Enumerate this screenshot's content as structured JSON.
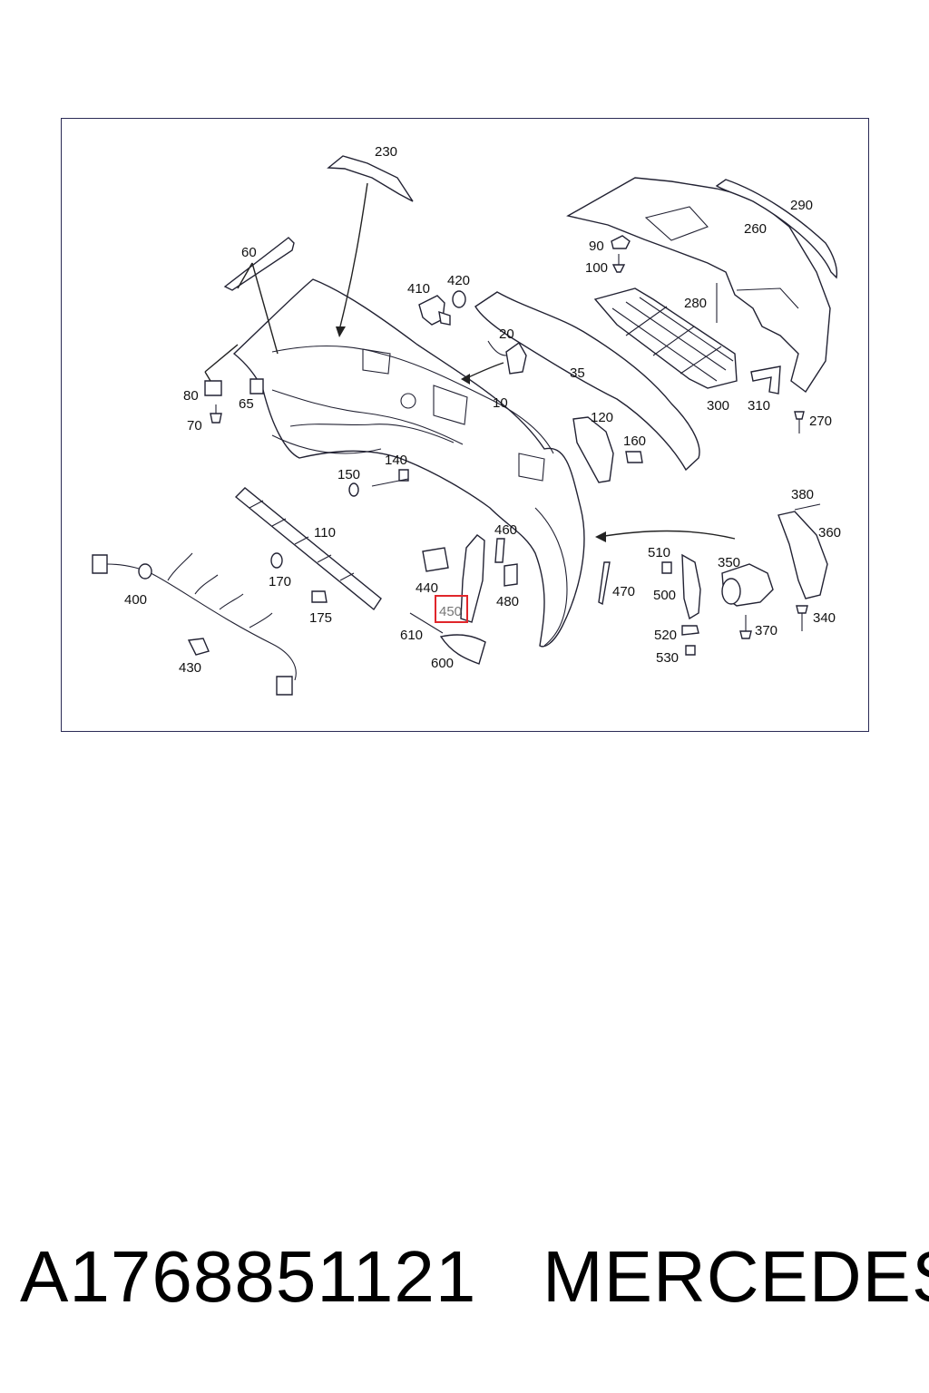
{
  "diagram": {
    "callouts": {
      "c10": "10",
      "c20": "20",
      "c35": "35",
      "c60": "60",
      "c65": "65",
      "c70": "70",
      "c80": "80",
      "c90": "90",
      "c100": "100",
      "c110": "110",
      "c120": "120",
      "c140": "140",
      "c150": "150",
      "c160": "160",
      "c170": "170",
      "c175": "175",
      "c230": "230",
      "c260": "260",
      "c270": "270",
      "c280": "280",
      "c290": "290",
      "c300": "300",
      "c310": "310",
      "c340": "340",
      "c350": "350",
      "c360": "360",
      "c370": "370",
      "c380": "380",
      "c400": "400",
      "c410": "410",
      "c420": "420",
      "c430": "430",
      "c440": "440",
      "c450": "450",
      "c460": "460",
      "c470": "470",
      "c480": "480",
      "c500": "500",
      "c510": "510",
      "c520": "520",
      "c530": "530",
      "c600": "600",
      "c610": "610"
    },
    "highlighted_callout": "450",
    "highlight_color": "#e0262b"
  },
  "footer": {
    "part_number": "A1768851121",
    "brand": "MERCEDES"
  }
}
